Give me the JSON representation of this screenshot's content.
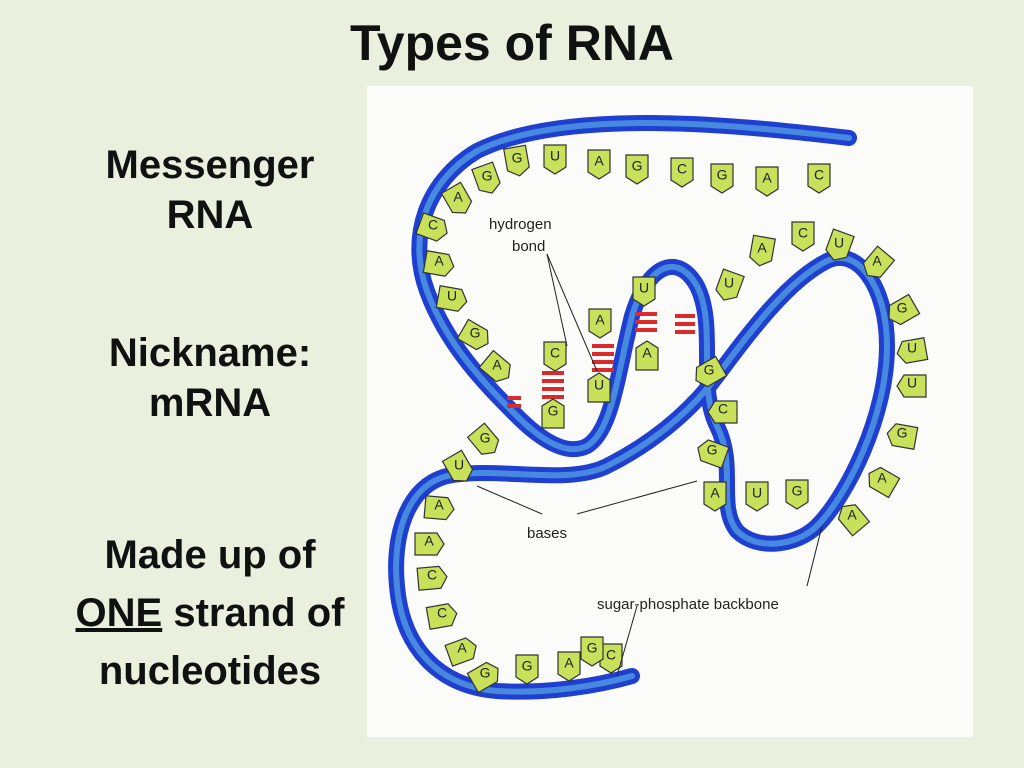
{
  "title": "Types of RNA",
  "left": {
    "name_line1": "Messenger",
    "name_line2": "RNA",
    "nickname_line1": "Nickname:",
    "nickname_line2": "mRNA",
    "made_line1": "Made up of",
    "made_line2_underlined": "ONE",
    "made_line2_rest": " strand of",
    "made_line3": "nucleotides"
  },
  "figure": {
    "labels": {
      "hydrogen_line1": "hydrogen",
      "hydrogen_line2": "bond",
      "bases": "bases",
      "backbone": "sugar-phosphate backbone"
    },
    "colors": {
      "backbone_dark": "#1f3fd0",
      "backbone_light": "#4d97e0",
      "base_fill": "#c8e05a",
      "hbond": "#d92b2b"
    },
    "bases_top": [
      "A",
      "G",
      "G",
      "U",
      "A",
      "G",
      "C",
      "G",
      "A",
      "C"
    ],
    "bases_left": [
      "C",
      "A",
      "U",
      "G",
      "A",
      "G",
      "U",
      "A",
      "A",
      "C",
      "C",
      "A",
      "G"
    ],
    "bases_bottom": [
      "G",
      "A",
      "C",
      "G"
    ],
    "bases_right": [
      "U",
      "A",
      "C",
      "U",
      "A",
      "G",
      "U",
      "U",
      "G",
      "A",
      "A"
    ],
    "bases_helix_left": [
      "C",
      "G"
    ],
    "bases_helix_mid": [
      "A",
      "U",
      "U",
      "A"
    ],
    "bases_helix_right": [
      "G",
      "C",
      "G"
    ],
    "bases_loop": [
      "A",
      "U",
      "G"
    ]
  }
}
